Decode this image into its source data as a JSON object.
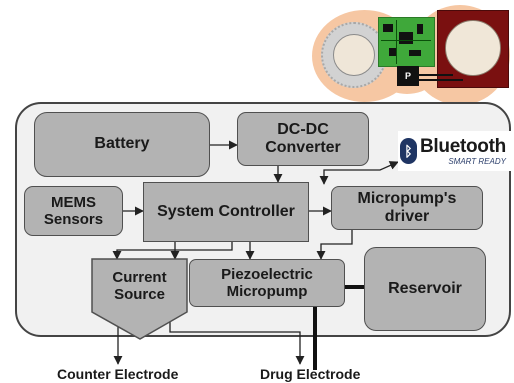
{
  "blocks": {
    "battery": "Battery",
    "dcdc": "DC-DC\nConverter",
    "mems": "MEMS\nSensors",
    "controller": "System Controller",
    "driver": "Micropump's\ndriver",
    "current_source": "Current\nSource",
    "piezo": "Piezoelectric\nMicropump",
    "reservoir": "Reservoir"
  },
  "bluetooth": {
    "name": "Bluetooth",
    "tagline": "SMART READY",
    "icon": "bluetooth-icon"
  },
  "device": {
    "p_label": "P"
  },
  "outputs": {
    "counter": "Counter Electrode",
    "drug": "Drug Electrode"
  },
  "colors": {
    "block_fill": "#b3b3b3",
    "panel_fill": "#f1f1f1",
    "skin": "#f6c7a3",
    "pcb": "#3fa83a",
    "reservoir": "#7a1010"
  }
}
